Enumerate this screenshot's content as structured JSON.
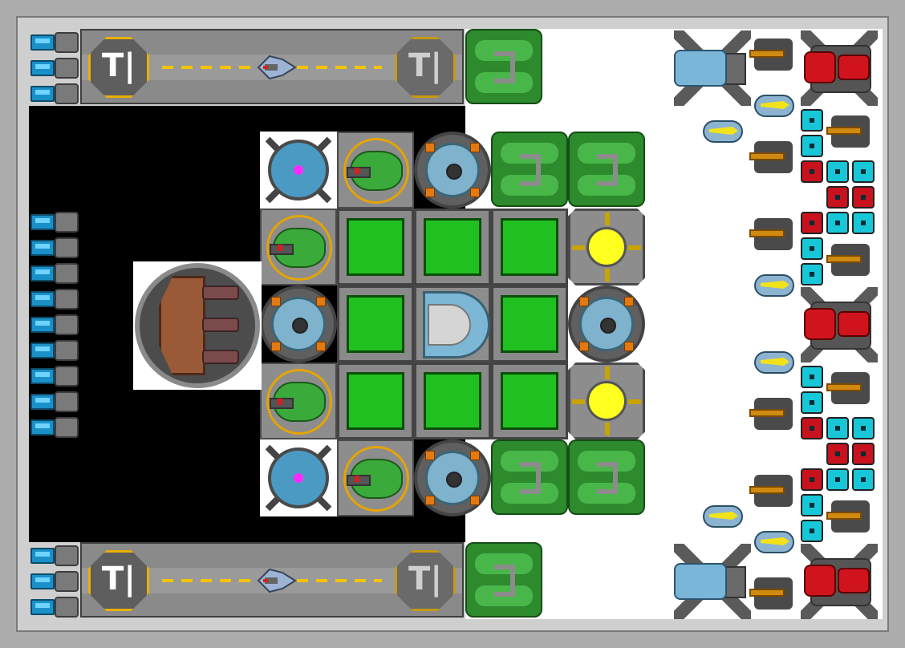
{
  "hangars": {
    "top": {
      "left_pad_label": "T|",
      "right_pad_label": "T|"
    },
    "bottom": {
      "left_pad_label": "T|",
      "right_pad_label": "T|"
    }
  },
  "colors": {
    "space": "#000000",
    "armor_green": "#1fc01f",
    "reactor_yellow": "#ffff20",
    "shield_magenta": "#ff2bff",
    "weapon_cyan": "#17c7d8",
    "weapon_red": "#c8121e"
  },
  "icons": {
    "thruster": "thruster-icon",
    "battery": "battery-icon",
    "reactor": "reactor-icon",
    "gyroscope": "gyroscope-icon",
    "shield": "shield-generator-icon",
    "turret": "turret-icon",
    "cockpit": "cockpit-icon",
    "heavy_cannon": "heavy-cannon-icon",
    "fighter": "fighter-ship-icon"
  }
}
